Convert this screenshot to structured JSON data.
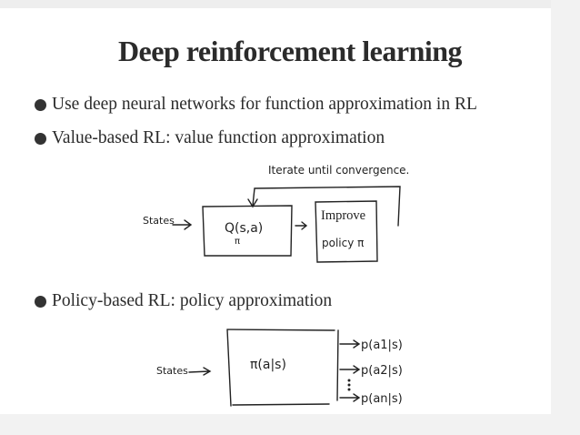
{
  "title": "Deep reinforcement learning",
  "bullets": [
    "Use deep neural networks for function approximation in RL",
    "Value-based RL: value function approximation",
    "Policy-based RL: policy approximation"
  ],
  "figure1": {
    "loop_label": "Iterate until convergence.",
    "input_label": "States",
    "q_label": "Q(s,a)",
    "q_sub": "π",
    "improve_label": "Improve",
    "policy_label": "policy π"
  },
  "figure2": {
    "input_label": "States",
    "policy_label": "π(a|s)",
    "outputs": [
      "p(a1|s)",
      "p(a2|s)",
      "p(an|s)"
    ]
  }
}
